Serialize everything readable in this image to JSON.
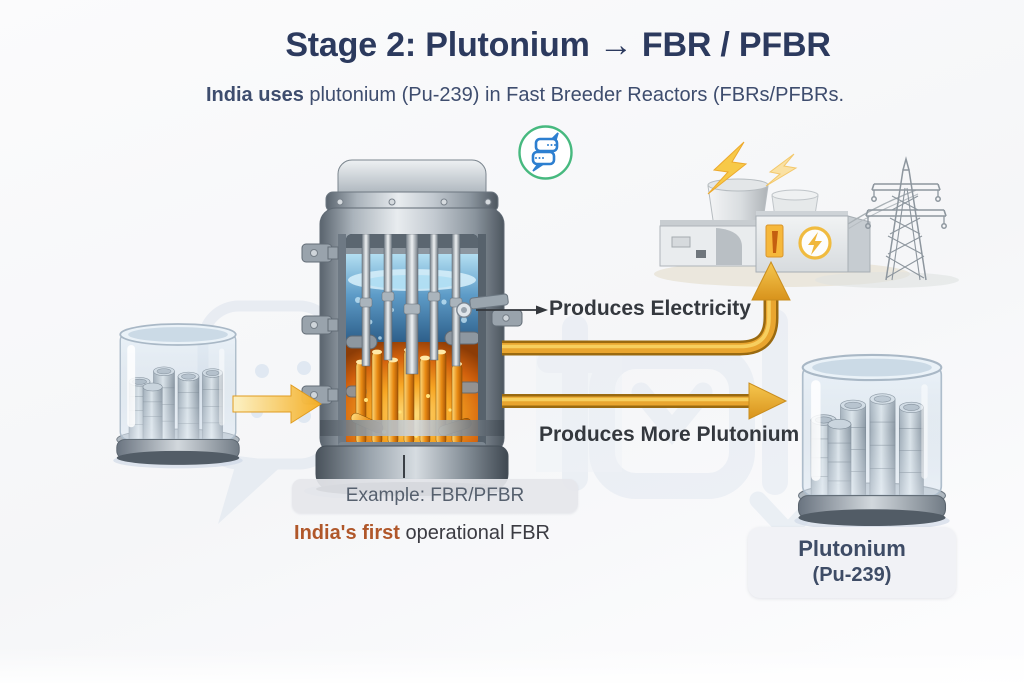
{
  "header": {
    "title": "Stage 2: Plutonium → FBR / PFBR",
    "subtitle_lead": "India uses",
    "subtitle_rest": " plutonium (Pu-239) in Fast Breeder Reactors (FBRs/PFBRs."
  },
  "labels": {
    "produces_electricity": "Produces Electricity",
    "produces_more_plutonium": "Produces More Plutonium",
    "example": "Example: FBR/PFBR",
    "caption_highlight": "India's first",
    "caption_rest": " operational FBR"
  },
  "plutonium_card": {
    "line1": "Plutonium",
    "line2": "(Pu-239)"
  },
  "icons": {
    "logo_badge": "chat-logo-icon",
    "plant_emblem": "lightning-bolt-icon",
    "lightning_flashes": "lightning-flash-icons",
    "reactor": "fbr-reactor-cutaway-illustration",
    "left_container": "fuel-pellet-container-illustration",
    "right_container": "plutonium-pellet-container-illustration",
    "power_plant": "power-plant-illustration",
    "pylon": "transmission-tower-illustration"
  },
  "colors": {
    "title": "#2C3A5E",
    "subtitle": "#3E4D6E",
    "label_text": "#34383E",
    "caption_highlight": "#B0572A",
    "arrow_gold": "#E9A52F",
    "arrow_gold_dark": "#9A6A10",
    "arrow_gold_light": "#F7CF5E",
    "logo_green": "#47B97F",
    "logo_blue": "#2D7FD0",
    "card_bg": "#F1F2F6",
    "coolant_blue": "#5E9CC8",
    "fuel_orange": "#F7A623"
  }
}
